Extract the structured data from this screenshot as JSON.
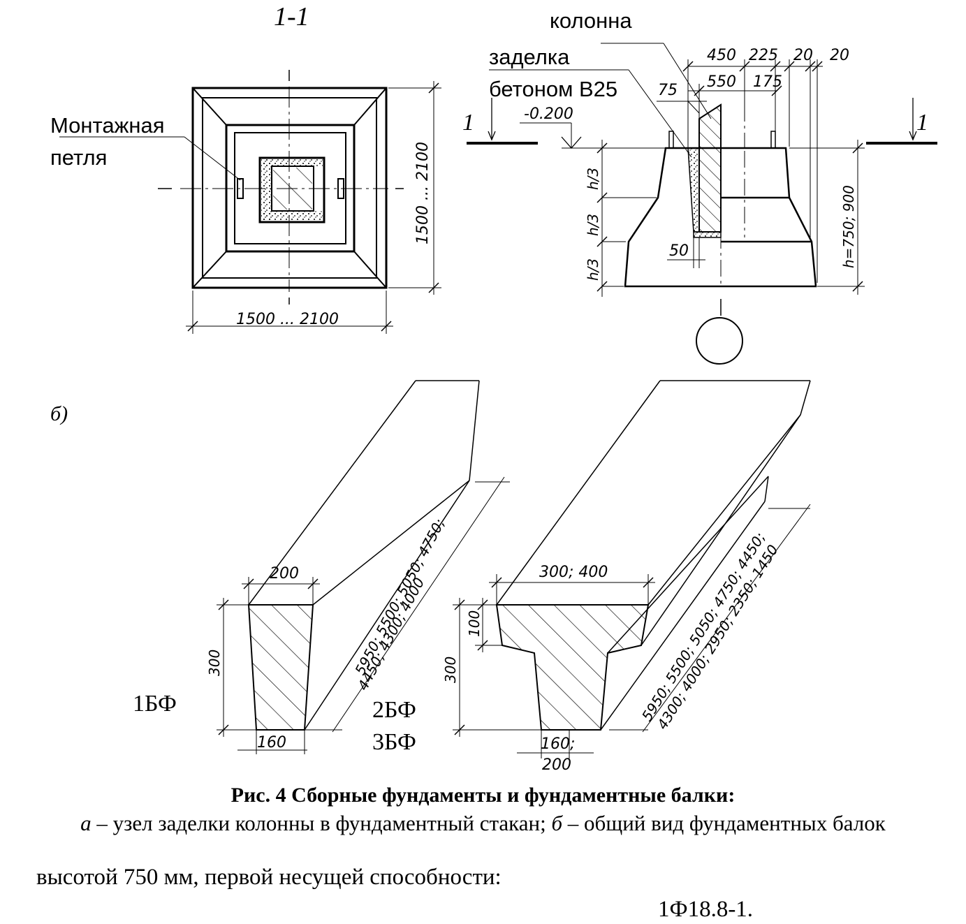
{
  "plan": {
    "section_mark": "1-1",
    "loop_label_1": "Монтажная",
    "loop_label_2": "петля",
    "dim_bottom": "1500 ... 2100",
    "dim_right": "1500 ... 2100"
  },
  "section": {
    "label_column": "колонна",
    "label_fill_1": "заделка",
    "label_fill_2": "бетоном В25",
    "cut_left": "1",
    "cut_right": "1",
    "level": "-0.200",
    "dim_450": "450",
    "dim_225": "225",
    "dim_20a": "20",
    "dim_20b": "20",
    "dim_75": "75",
    "dim_550": "550",
    "dim_175": "175",
    "dim_50": "50",
    "dim_h3_a": "h/3",
    "dim_h3_b": "h/3",
    "dim_h3_c": "h/3",
    "dim_height": "h=750; 900"
  },
  "beams": {
    "panel_label": "б)",
    "b1": {
      "mark": "1БФ",
      "width_top": "200",
      "width_bottom": "160",
      "height": "300",
      "len_1": "5950; 5500; 5050; 4750;",
      "len_2": "4450; 4300; 4000"
    },
    "b2": {
      "mark_1": "2БФ",
      "mark_2": "3БФ",
      "width_top": "300; 400",
      "flange": "100",
      "height": "300",
      "width_bottom_1": "160;",
      "width_bottom_2": "200",
      "len_1": "5950; 5500; 5050; 4750; 4450;",
      "len_2": "4300; 4000; 2950; 2350; 1450"
    }
  },
  "caption": {
    "title": "Рис. 4   Сборные фундаменты и фундаментные балки:",
    "a_letter": "а",
    "a_text": " – узел заделки колонны в фундаментный стакан;  ",
    "b_letter": "б",
    "b_text": " – общий вид фундаментных балок"
  },
  "footer": {
    "line": "высотой 750 мм, первой несущей способности:",
    "code": "1Ф18.8-1."
  }
}
